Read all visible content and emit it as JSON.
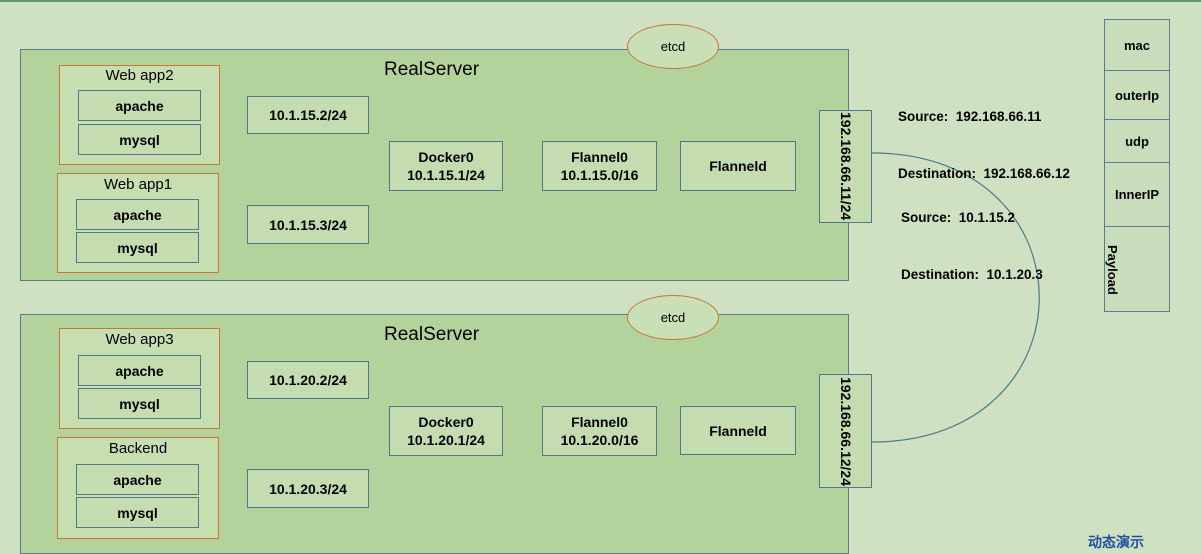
{
  "servers": [
    {
      "title": "RealServer",
      "etcd": "etcd",
      "apps": [
        {
          "name": "Web app2",
          "services": [
            "apache",
            "mysql"
          ],
          "ip": "10.1.15.2/24"
        },
        {
          "name": "Web app1",
          "services": [
            "apache",
            "mysql"
          ],
          "ip": "10.1.15.3/24"
        }
      ],
      "docker": {
        "name": "Docker0",
        "cidr": "10.1.15.1/24"
      },
      "flannel": {
        "name": "Flannel0",
        "cidr": "10.1.15.0/16"
      },
      "flanneld": "Flanneld",
      "host_ip": "192.168.66.11/24"
    },
    {
      "title": "RealServer",
      "etcd": "etcd",
      "apps": [
        {
          "name": "Web app3",
          "services": [
            "apache",
            "mysql"
          ],
          "ip": "10.1.20.2/24"
        },
        {
          "name": "Backend",
          "services": [
            "apache",
            "mysql"
          ],
          "ip": "10.1.20.3/24"
        }
      ],
      "docker": {
        "name": "Docker0",
        "cidr": "10.1.20.1/24"
      },
      "flannel": {
        "name": "Flannel0",
        "cidr": "10.1.20.0/16"
      },
      "flanneld": "Flanneld",
      "host_ip": "192.168.66.12/24"
    }
  ],
  "outer_packet": {
    "source": "Source:  192.168.66.11",
    "destination": "Destination:  192.168.66.12"
  },
  "inner_packet": {
    "source": "Source:  10.1.15.2",
    "destination": "Destination:  10.1.20.3"
  },
  "packet_stack": [
    "mac",
    "outerIp",
    "udp",
    "InnerIP",
    "Payload"
  ],
  "footer": "动态演示",
  "colors": {
    "background": "#cfe0c3",
    "server": "#b4d29b",
    "app_border": "#c7773a",
    "box_border": "#4d7a8a"
  }
}
